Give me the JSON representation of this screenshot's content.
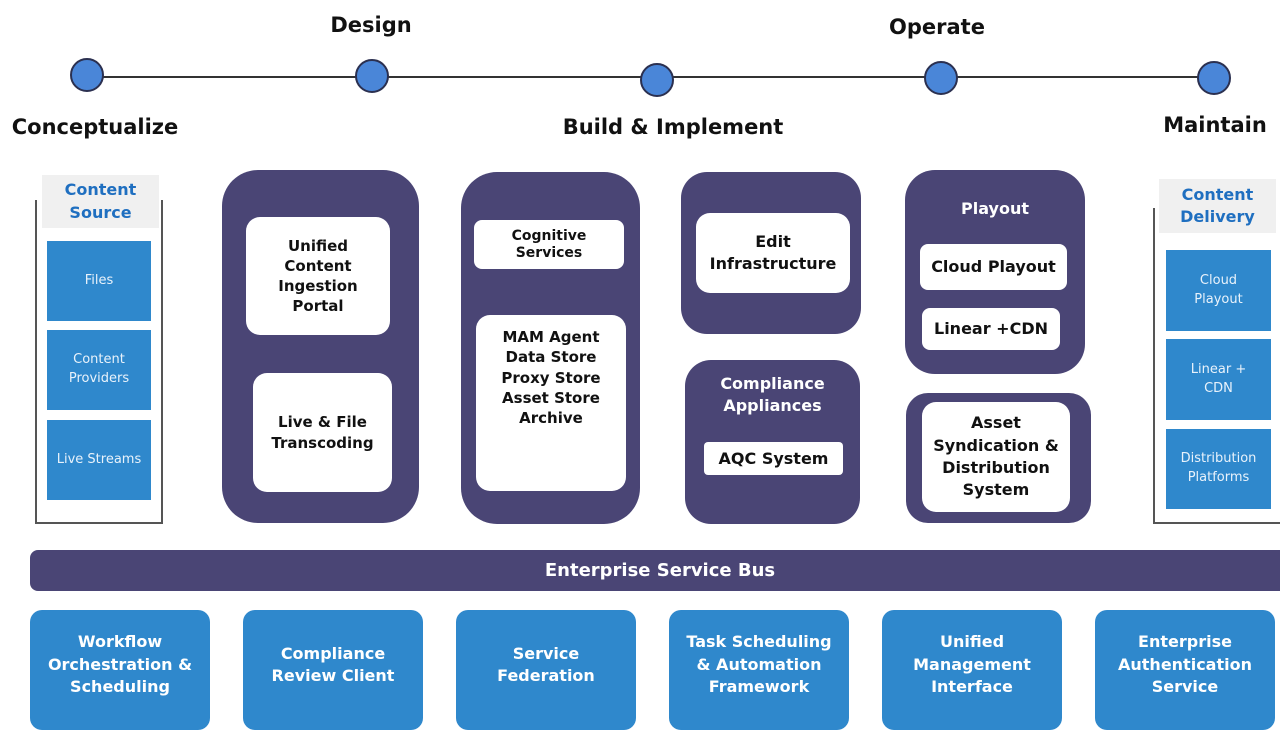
{
  "timeline": {
    "stages": [
      "Conceptualize",
      "Design",
      "Build & Implement",
      "Operate",
      "Maintain"
    ]
  },
  "content_source": {
    "title": "Content\nSource",
    "items": [
      "Files",
      "Content\nProviders",
      "Live Streams"
    ]
  },
  "ingestion": {
    "items": [
      "Unified\nContent\nIngestion\nPortal",
      "Live & File\nTranscoding"
    ]
  },
  "mam": {
    "cognitive": "Cognitive\nServices",
    "agent": "MAM Agent\nData Store\nProxy Store\nAsset Store\nArchive"
  },
  "edit": {
    "label": "Edit\nInfrastructure"
  },
  "compliance": {
    "title": "Compliance\nAppliances",
    "item": "AQC System"
  },
  "playout": {
    "title": "Playout",
    "items": [
      "Cloud Playout",
      "Linear +CDN"
    ]
  },
  "syndication": {
    "label": "Asset\nSyndication &\nDistribution\nSystem"
  },
  "content_delivery": {
    "title": "Content\nDelivery",
    "items": [
      "Cloud\nPlayout",
      "Linear +\nCDN",
      "Distribution\nPlatforms"
    ]
  },
  "esb": {
    "label": "Enterprise Service Bus"
  },
  "services": [
    "Workflow\nOrchestration &\nScheduling",
    "Compliance\nReview Client",
    "Service\nFederation",
    "Task Scheduling\n& Automation\nFramework",
    "Unified\nManagement\nInterface",
    "Enterprise\nAuthentication\nService"
  ],
  "colors": {
    "navy": "#4a4575",
    "blue": "#2f88cc",
    "dot": "#4a86d8",
    "header_text": "#1f6fc0"
  }
}
